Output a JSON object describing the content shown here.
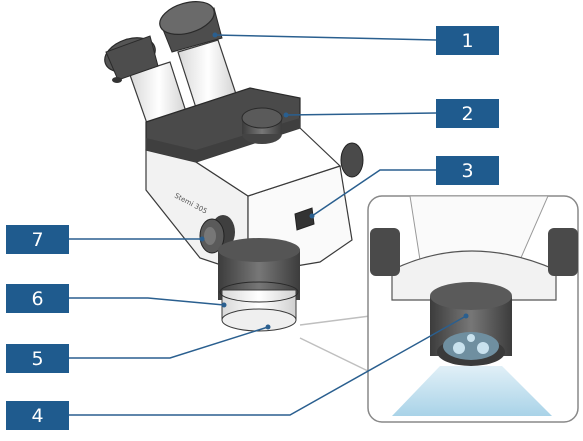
{
  "diagram": {
    "model_text": "Stemi 305",
    "callouts": [
      {
        "id": "1",
        "label": "1"
      },
      {
        "id": "2",
        "label": "2"
      },
      {
        "id": "3",
        "label": "3"
      },
      {
        "id": "4",
        "label": "4"
      },
      {
        "id": "5",
        "label": "5"
      },
      {
        "id": "6",
        "label": "6"
      },
      {
        "id": "7",
        "label": "7"
      }
    ],
    "colors": {
      "callout": "#1f5b8e",
      "leader": "#2a5f8f",
      "outline": "#3a3a3a",
      "body_dark": "#4a4a4a",
      "body_light": "#f2f2f2",
      "light_beam": "#a9d3e8"
    }
  }
}
